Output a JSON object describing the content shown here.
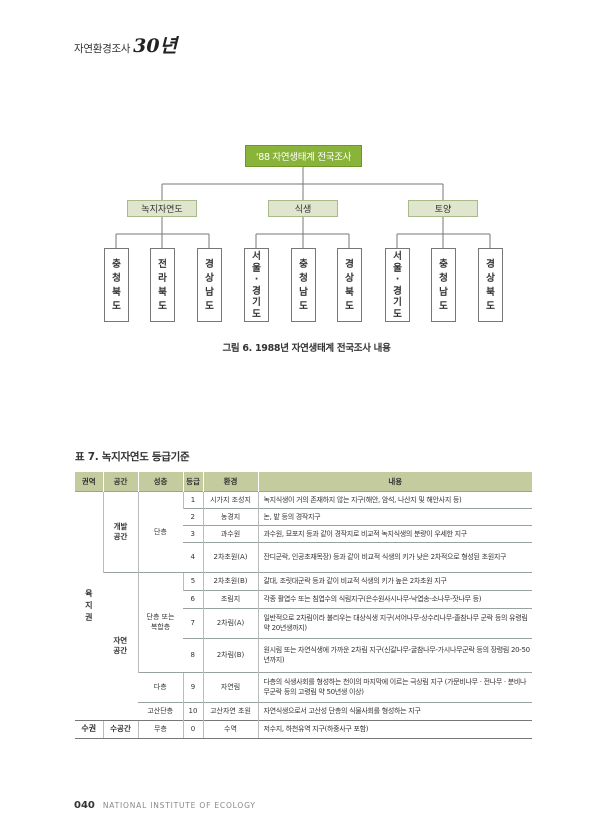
{
  "header": {
    "title": "자연환경조사",
    "mark": "30년"
  },
  "diagram": {
    "root": "'88 자연생태계 전국조사",
    "groups": [
      {
        "label": "녹지자연도",
        "leaves": [
          [
            "충",
            "청",
            "북",
            "도"
          ],
          [
            "전",
            "라",
            "북",
            "도"
          ],
          [
            "경",
            "상",
            "남",
            "도"
          ]
        ]
      },
      {
        "label": "식생",
        "leaves": [
          [
            "서",
            "울",
            "·",
            "경",
            "기",
            "도"
          ],
          [
            "충",
            "청",
            "남",
            "도"
          ],
          [
            "경",
            "상",
            "북",
            "도"
          ]
        ]
      },
      {
        "label": "토양",
        "leaves": [
          [
            "서",
            "울",
            "·",
            "경",
            "기",
            "도"
          ],
          [
            "충",
            "청",
            "남",
            "도"
          ],
          [
            "경",
            "상",
            "북",
            "도"
          ]
        ]
      }
    ]
  },
  "figure_caption": "그림 6. 1988년 자연생태계 전국조사 내용",
  "table_title": "표 7. 녹지자연도 등급기준",
  "table": {
    "headers": [
      "권역",
      "공간",
      "성층",
      "등급",
      "환경",
      "내용"
    ],
    "region_land": "육\n지\n권",
    "space_dev": "개발\n공간",
    "space_nat": "자연\n공간",
    "layer_single": "단층",
    "layer_multi": "단층 또는\n복합층",
    "layer_many": "다층",
    "layer_alpine": "고산단층",
    "rows": [
      {
        "grade": "1",
        "env": "시가지 조성지",
        "desc": "녹지식생이 거의 존재하지 않는 지구(해안, 암석, 나산지 및 해안사지 등)"
      },
      {
        "grade": "2",
        "env": "농경지",
        "desc": "논, 밭 등의 경작지구"
      },
      {
        "grade": "3",
        "env": "과수원",
        "desc": "과수원, 묘포지 등과 같이 경작지로 비교적 녹지식생의 분량이 우세한 지구"
      },
      {
        "grade": "4",
        "env": "2차초원(A)",
        "desc": "잔디군락, 인공초재목장) 등과 같이 비교적 식생의 키가 낮은 2차적으로 형성된 초원지구"
      },
      {
        "grade": "5",
        "env": "2차초원(B)",
        "desc": "갈대, 조릿대군락 등과 같이 비교적 식생의 키가 높은 2차초원 지구"
      },
      {
        "grade": "6",
        "env": "조림지",
        "desc": "각종 활엽수 또는 침엽수의 식림지구(은수원사시나무-낙엽송-소나무-잣나무 등)"
      },
      {
        "grade": "7",
        "env": "2차림(A)",
        "desc": "일반적으로 2차림이라 불리우는 대상식생 지구(서어나무-상수리나무-졸참나무 군락 등의 유령림 약 20년생까지)"
      },
      {
        "grade": "8",
        "env": "2차림(B)",
        "desc": "원시림 또는 자연식생에 가까운 2차림 지구(신갈나무-굴참나무-가시나무군락 등의 장령림 20-50년까지)"
      },
      {
        "grade": "9",
        "env": "자연림",
        "desc": "다층의 식생사회를 형성하는 천이의 마지막에 이르는 극상림 지구 (가문비나무 · 전나무 · 분비나무군락 등의 고령림 약 50년생 이상)"
      },
      {
        "grade": "10",
        "env": "고산자연 초원",
        "desc": "자연식생으로서 고산성 단층의 식물사회를 형성하는 지구"
      }
    ],
    "water_row": {
      "region": "수권",
      "space": "수공간",
      "layer": "무층",
      "grade": "0",
      "env": "수역",
      "desc": "저수지, 하천유역 지구(하중사구 포함)"
    }
  },
  "footer": {
    "page": "040",
    "org": "NATIONAL INSTITUTE OF ECOLOGY"
  }
}
